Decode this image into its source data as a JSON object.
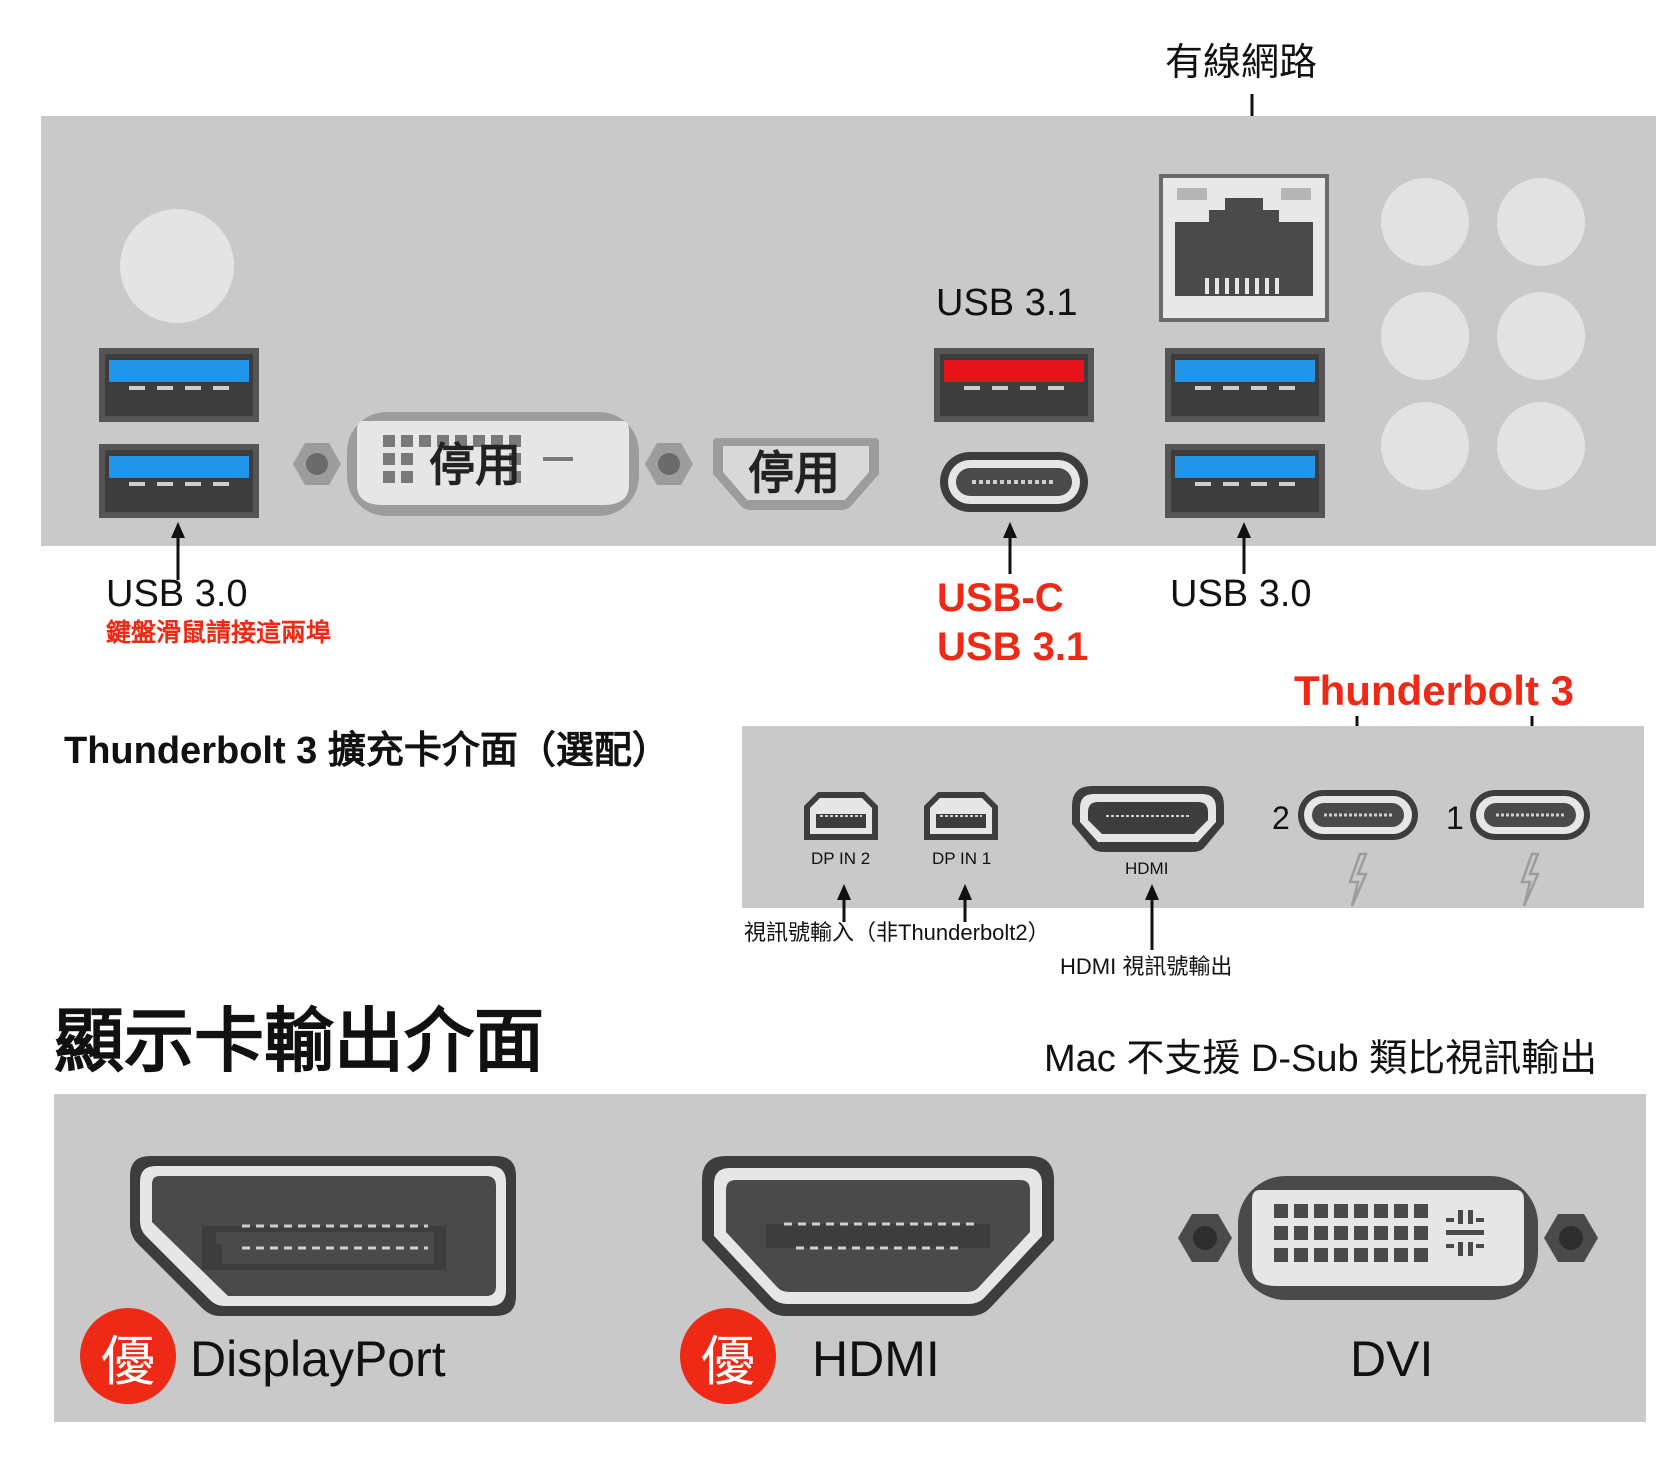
{
  "colors": {
    "panel": "#c9c9c9",
    "usb30": "#2196e8",
    "usb31": "#e8121c",
    "accent": "#ee2a16",
    "port_dark": "#4a4a4a",
    "port_light": "#e6e6e6"
  },
  "motherboard": {
    "ethernet_label": "有線網路",
    "usb31_label": "USB 3.1",
    "usb30_left_label": "USB 3.0",
    "usb30_left_note": "鍵盤滑鼠請接這兩埠",
    "dvi_disabled": "停用",
    "hdmi_disabled": "停用",
    "usbc_label_line1": "USB-C",
    "usbc_label_line2": "USB 3.1",
    "usb30_right_label": "USB 3.0",
    "icons": [
      "ethernet-port-icon",
      "usb-a-port-icon",
      "dvi-port-icon",
      "hdmi-port-icon",
      "usb-c-port-icon",
      "audio-jack-icon"
    ]
  },
  "thunderbolt_card": {
    "title": "Thunderbolt 3 擴充卡介面（選配）",
    "tb3_label": "Thunderbolt 3",
    "dp_in_2": "DP IN 2",
    "dp_in_1": "DP IN 1",
    "hdmi": "HDMI",
    "port2_num": "2",
    "port1_num": "1",
    "dp_note": "視訊號輸入（非Thunderbolt2）",
    "hdmi_note": "HDMI 視訊號輸出",
    "icons": [
      "mini-displayport-icon",
      "hdmi-port-icon",
      "usb-c-port-icon",
      "lightning-bolt-icon"
    ]
  },
  "gpu": {
    "title": "顯示卡輸出介面",
    "note": "Mac 不支援 D-Sub 類比視訊輸出",
    "badge": "優",
    "displayport": "DisplayPort",
    "hdmi": "HDMI",
    "dvi": "DVI",
    "icons": [
      "displayport-icon",
      "hdmi-port-icon",
      "dvi-port-icon"
    ]
  }
}
